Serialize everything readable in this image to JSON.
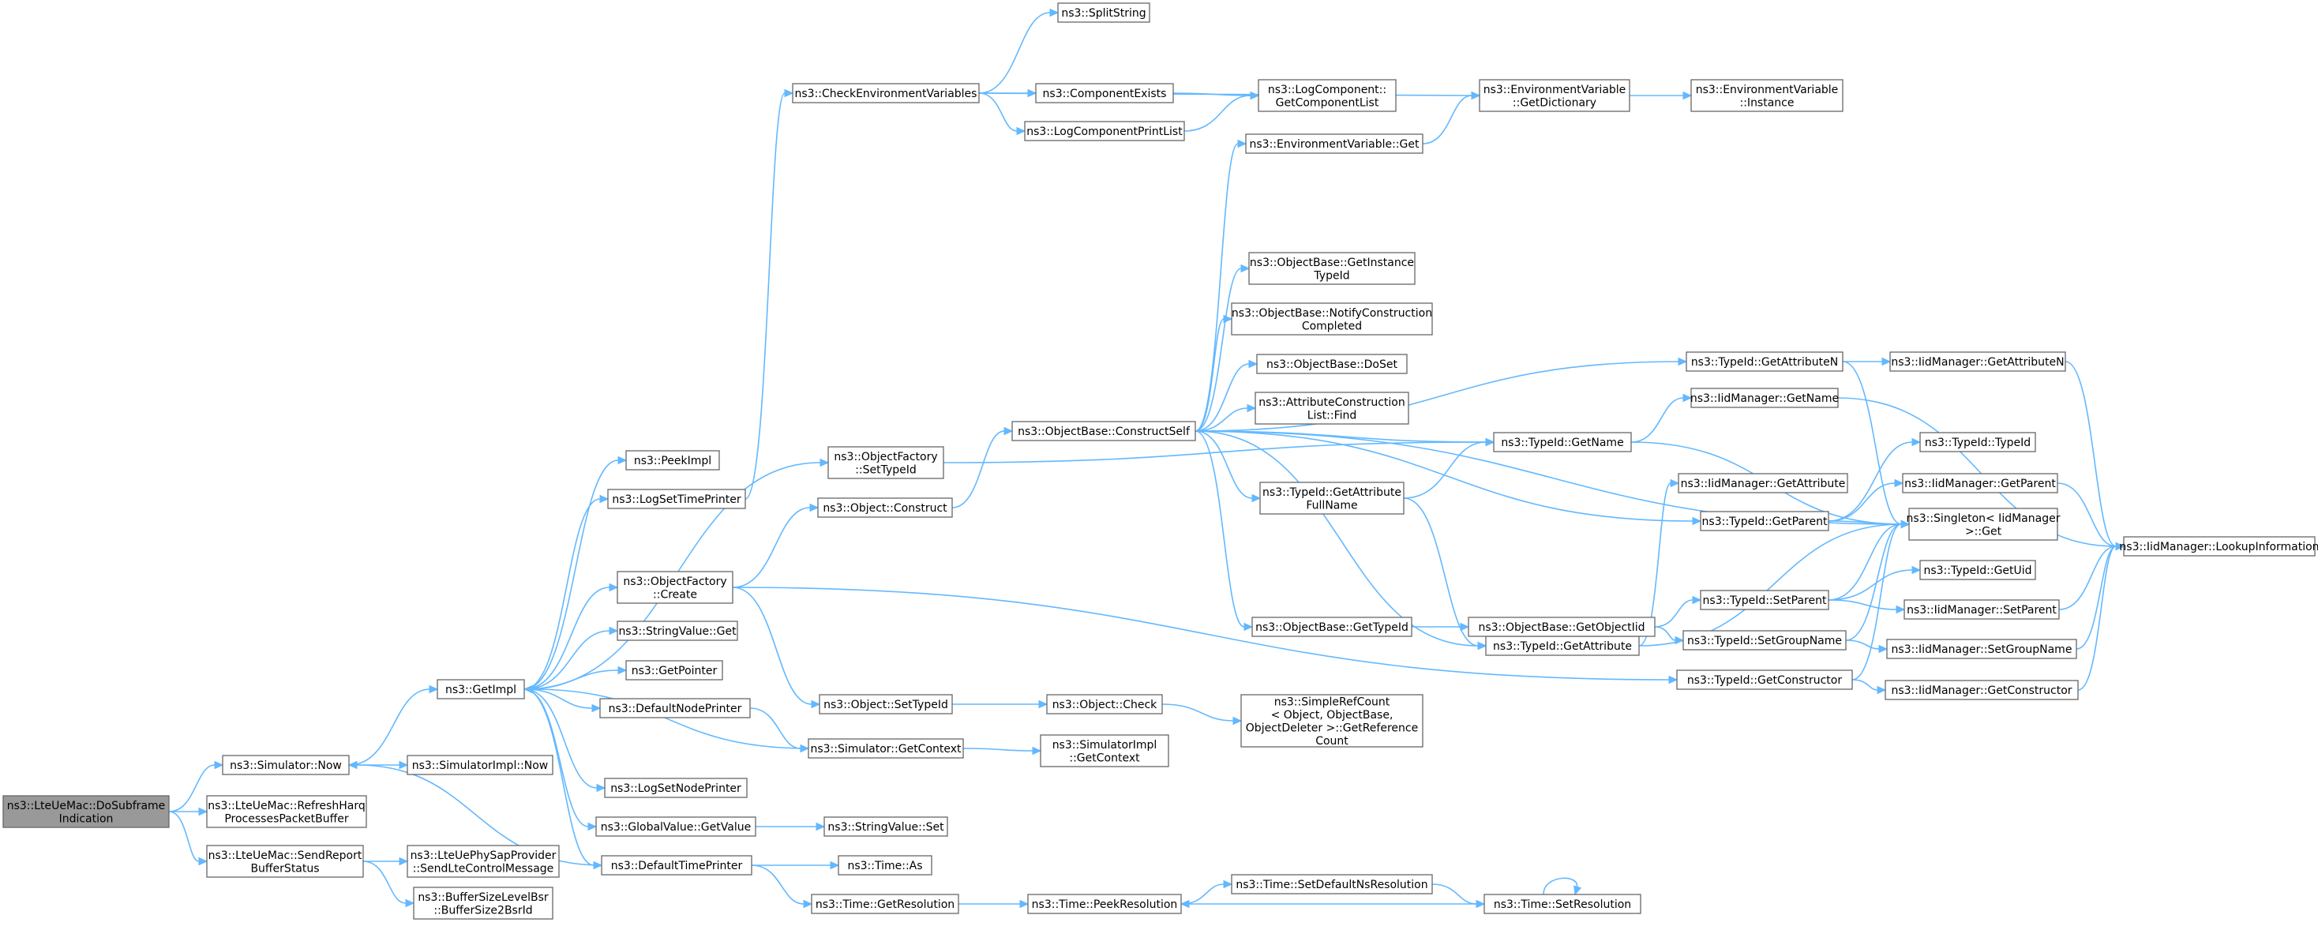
{
  "diagram": {
    "type": "call-graph",
    "colors": {
      "node_fill": "#ffffff",
      "node_border": "#666666",
      "root_fill": "#999999",
      "edge": "#63b8ff"
    },
    "nodes": [
      {
        "id": "root",
        "lines": [
          "ns3::LteUeMac::DoSubframe",
          "Indication"
        ],
        "root": true
      },
      {
        "id": "refresh",
        "lines": [
          "ns3::LteUeMac::RefreshHarq",
          "ProcessesPacketBuffer"
        ]
      },
      {
        "id": "sendreport",
        "lines": [
          "ns3::LteUeMac::SendReport",
          "BufferStatus"
        ]
      },
      {
        "id": "simnow",
        "lines": [
          "ns3::Simulator::Now"
        ]
      },
      {
        "id": "simimplnow",
        "lines": [
          "ns3::SimulatorImpl::Now"
        ]
      },
      {
        "id": "getimpl",
        "lines": [
          "ns3::GetImpl"
        ]
      },
      {
        "id": "sendlte",
        "lines": [
          "ns3::LteUePhySapProvider",
          "::SendLteControlMessage"
        ]
      },
      {
        "id": "bsr",
        "lines": [
          "ns3::BufferSizeLevelBsr",
          "::BufferSize2BsrId"
        ]
      },
      {
        "id": "peekimpl",
        "lines": [
          "ns3::PeekImpl"
        ]
      },
      {
        "id": "logsettime",
        "lines": [
          "ns3::LogSetTimePrinter"
        ]
      },
      {
        "id": "ofcreate",
        "lines": [
          "ns3::ObjectFactory",
          "::Create"
        ]
      },
      {
        "id": "strget",
        "lines": [
          "ns3::StringValue::Get"
        ]
      },
      {
        "id": "getpointer",
        "lines": [
          "ns3::GetPointer"
        ]
      },
      {
        "id": "defnodeprinter",
        "lines": [
          "ns3::DefaultNodePrinter"
        ]
      },
      {
        "id": "logsetnode",
        "lines": [
          "ns3::LogSetNodePrinter"
        ]
      },
      {
        "id": "gvgetvalue",
        "lines": [
          "ns3::GlobalValue::GetValue"
        ]
      },
      {
        "id": "deftimeprinter",
        "lines": [
          "ns3::DefaultTimePrinter"
        ]
      },
      {
        "id": "checkenv",
        "lines": [
          "ns3::CheckEnvironmentVariables"
        ]
      },
      {
        "id": "splitstring",
        "lines": [
          "ns3::SplitString"
        ]
      },
      {
        "id": "compexists",
        "lines": [
          "ns3::ComponentExists"
        ]
      },
      {
        "id": "logcompprint",
        "lines": [
          "ns3::LogComponentPrintList"
        ]
      },
      {
        "id": "getcomplist",
        "lines": [
          "ns3::LogComponent::",
          "GetComponentList"
        ]
      },
      {
        "id": "envget",
        "lines": [
          "ns3::EnvironmentVariable::Get"
        ]
      },
      {
        "id": "envgetdict",
        "lines": [
          "ns3::EnvironmentVariable",
          "::GetDictionary"
        ]
      },
      {
        "id": "envinstance",
        "lines": [
          "ns3::EnvironmentVariable",
          "::Instance"
        ]
      },
      {
        "id": "ofsettypeid",
        "lines": [
          "ns3::ObjectFactory",
          "::SetTypeId"
        ]
      },
      {
        "id": "objconstruct",
        "lines": [
          "ns3::Object::Construct"
        ]
      },
      {
        "id": "objsettypeid",
        "lines": [
          "ns3::Object::SetTypeId"
        ]
      },
      {
        "id": "simgetctx",
        "lines": [
          "ns3::Simulator::GetContext"
        ]
      },
      {
        "id": "strset",
        "lines": [
          "ns3::StringValue::Set"
        ]
      },
      {
        "id": "timeas",
        "lines": [
          "ns3::Time::As"
        ]
      },
      {
        "id": "timegetres",
        "lines": [
          "ns3::Time::GetResolution"
        ]
      },
      {
        "id": "constructself",
        "lines": [
          "ns3::ObjectBase::ConstructSelf"
        ]
      },
      {
        "id": "objcheck",
        "lines": [
          "ns3::Object::Check"
        ]
      },
      {
        "id": "simimplgetctx",
        "lines": [
          "ns3::SimulatorImpl",
          "::GetContext"
        ]
      },
      {
        "id": "peekres",
        "lines": [
          "ns3::Time::PeekResolution"
        ]
      },
      {
        "id": "getinsttypeid",
        "lines": [
          "ns3::ObjectBase::GetInstance",
          "TypeId"
        ]
      },
      {
        "id": "notifyconstr",
        "lines": [
          "ns3::ObjectBase::NotifyConstruction",
          "Completed"
        ]
      },
      {
        "id": "doset",
        "lines": [
          "ns3::ObjectBase::DoSet"
        ]
      },
      {
        "id": "acfind",
        "lines": [
          "ns3::AttributeConstruction",
          "List::Find"
        ]
      },
      {
        "id": "getattrfullname",
        "lines": [
          "ns3::TypeId::GetAttribute",
          "FullName"
        ]
      },
      {
        "id": "obgettypeid",
        "lines": [
          "ns3::ObjectBase::GetTypeId"
        ]
      },
      {
        "id": "simplerefcount",
        "lines": [
          "ns3::SimpleRefCount",
          "< Object, ObjectBase,",
          "ObjectDeleter >::GetReference",
          "Count"
        ]
      },
      {
        "id": "setdefaultns",
        "lines": [
          "ns3::Time::SetDefaultNsResolution"
        ]
      },
      {
        "id": "tidgetname",
        "lines": [
          "ns3::TypeId::GetName"
        ]
      },
      {
        "id": "tidgetattr",
        "lines": [
          "ns3::TypeId::GetAttribute"
        ]
      },
      {
        "id": "obgetobjectiid",
        "lines": [
          "ns3::ObjectBase::GetObjectIid"
        ]
      },
      {
        "id": "timesetres",
        "lines": [
          "ns3::Time::SetResolution"
        ]
      },
      {
        "id": "tidgetattrn",
        "lines": [
          "ns3::TypeId::GetAttributeN"
        ]
      },
      {
        "id": "iidgetname",
        "lines": [
          "ns3::IidManager::GetName"
        ]
      },
      {
        "id": "iidgetattr",
        "lines": [
          "ns3::IidManager::GetAttribute"
        ]
      },
      {
        "id": "tidgetparent",
        "lines": [
          "ns3::TypeId::GetParent"
        ]
      },
      {
        "id": "tidsetparent",
        "lines": [
          "ns3::TypeId::SetParent"
        ]
      },
      {
        "id": "tidsetgroupname",
        "lines": [
          "ns3::TypeId::SetGroupName"
        ]
      },
      {
        "id": "tidgetconstructor",
        "lines": [
          "ns3::TypeId::GetConstructor"
        ]
      },
      {
        "id": "iidgetattrn",
        "lines": [
          "ns3::IidManager::GetAttributeN"
        ]
      },
      {
        "id": "tidtypeid",
        "lines": [
          "ns3::TypeId::TypeId"
        ]
      },
      {
        "id": "iidgetparent",
        "lines": [
          "ns3::IidManager::GetParent"
        ]
      },
      {
        "id": "singletonget",
        "lines": [
          "ns3::Singleton< IidManager",
          ">::Get"
        ]
      },
      {
        "id": "tidgetuid",
        "lines": [
          "ns3::TypeId::GetUid"
        ]
      },
      {
        "id": "iidsetparent",
        "lines": [
          "ns3::IidManager::SetParent"
        ]
      },
      {
        "id": "iidsetgroupname",
        "lines": [
          "ns3::IidManager::SetGroupName"
        ]
      },
      {
        "id": "iidgetconstructor",
        "lines": [
          "ns3::IidManager::GetConstructor"
        ]
      },
      {
        "id": "iidlookup",
        "lines": [
          "ns3::IidManager::LookupInformation"
        ]
      }
    ],
    "edges": [
      [
        "root",
        "simnow"
      ],
      [
        "root",
        "refresh"
      ],
      [
        "root",
        "sendreport"
      ],
      [
        "simnow",
        "getimpl"
      ],
      [
        "simnow",
        "simimplnow"
      ],
      [
        "sendreport",
        "sendlte"
      ],
      [
        "sendreport",
        "bsr"
      ],
      [
        "getimpl",
        "peekimpl"
      ],
      [
        "getimpl",
        "logsettime"
      ],
      [
        "getimpl",
        "ofsettypeid"
      ],
      [
        "getimpl",
        "ofcreate"
      ],
      [
        "getimpl",
        "strget"
      ],
      [
        "getimpl",
        "getpointer"
      ],
      [
        "getimpl",
        "defnodeprinter"
      ],
      [
        "getimpl",
        "logsetnode"
      ],
      [
        "getimpl",
        "gvgetvalue"
      ],
      [
        "getimpl",
        "deftimeprinter"
      ],
      [
        "defnodeprinter",
        "simgetctx"
      ],
      [
        "simgetctx",
        "getimpl"
      ],
      [
        "simgetctx",
        "simimplgetctx"
      ],
      [
        "deftimeprinter",
        "simnow"
      ],
      [
        "deftimeprinter",
        "timeas"
      ],
      [
        "deftimeprinter",
        "timegetres"
      ],
      [
        "gvgetvalue",
        "strset"
      ],
      [
        "logsettime",
        "checkenv"
      ],
      [
        "checkenv",
        "splitstring"
      ],
      [
        "checkenv",
        "compexists"
      ],
      [
        "checkenv",
        "logcompprint"
      ],
      [
        "checkenv",
        "envgetdict"
      ],
      [
        "compexists",
        "getcomplist"
      ],
      [
        "logcompprint",
        "getcomplist"
      ],
      [
        "envget",
        "envgetdict"
      ],
      [
        "envgetdict",
        "envinstance"
      ],
      [
        "ofsettypeid",
        "tidgetname"
      ],
      [
        "ofcreate",
        "objconstruct"
      ],
      [
        "ofcreate",
        "objsettypeid"
      ],
      [
        "ofcreate",
        "tidgetconstructor"
      ],
      [
        "objconstruct",
        "constructself"
      ],
      [
        "objsettypeid",
        "objcheck"
      ],
      [
        "objcheck",
        "simplerefcount"
      ],
      [
        "timegetres",
        "peekres"
      ],
      [
        "constructself",
        "envget"
      ],
      [
        "constructself",
        "getinsttypeid"
      ],
      [
        "constructself",
        "notifyconstr"
      ],
      [
        "constructself",
        "doset"
      ],
      [
        "constructself",
        "acfind"
      ],
      [
        "constructself",
        "tidgetname"
      ],
      [
        "constructself",
        "getattrfullname"
      ],
      [
        "constructself",
        "obgettypeid"
      ],
      [
        "constructself",
        "tidgetattr"
      ],
      [
        "constructself",
        "tidgetparent"
      ],
      [
        "constructself",
        "tidgetattrn"
      ],
      [
        "constructself",
        "singletonget"
      ],
      [
        "getattrfullname",
        "tidgetname"
      ],
      [
        "getattrfullname",
        "tidgetattr"
      ],
      [
        "obgettypeid",
        "obgetobjectiid"
      ],
      [
        "obgetobjectiid",
        "tidsetparent"
      ],
      [
        "obgetobjectiid",
        "tidsetgroupname"
      ],
      [
        "tidgetname",
        "iidgetname"
      ],
      [
        "tidgetname",
        "singletonget"
      ],
      [
        "tidgetattr",
        "iidgetattr"
      ],
      [
        "tidgetattr",
        "singletonget"
      ],
      [
        "tidgetattrn",
        "iidgetattrn"
      ],
      [
        "tidgetattrn",
        "singletonget"
      ],
      [
        "tidgetparent",
        "tidtypeid"
      ],
      [
        "tidgetparent",
        "iidgetparent"
      ],
      [
        "tidgetparent",
        "singletonget"
      ],
      [
        "tidsetparent",
        "tidgetuid"
      ],
      [
        "tidsetparent",
        "iidsetparent"
      ],
      [
        "tidsetparent",
        "singletonget"
      ],
      [
        "tidsetgroupname",
        "iidsetgroupname"
      ],
      [
        "tidsetgroupname",
        "singletonget"
      ],
      [
        "tidgetconstructor",
        "iidgetconstructor"
      ],
      [
        "tidgetconstructor",
        "singletonget"
      ],
      [
        "iidgetattrn",
        "iidlookup"
      ],
      [
        "iidgetname",
        "iidlookup"
      ],
      [
        "iidgetparent",
        "iidlookup"
      ],
      [
        "iidsetparent",
        "iidlookup"
      ],
      [
        "iidsetgroupname",
        "iidlookup"
      ],
      [
        "iidgetconstructor",
        "iidlookup"
      ],
      [
        "peekres",
        "setdefaultns"
      ],
      [
        "setdefaultns",
        "timesetres"
      ],
      [
        "timesetres",
        "peekres"
      ],
      [
        "timesetres",
        "timesetres"
      ]
    ]
  }
}
